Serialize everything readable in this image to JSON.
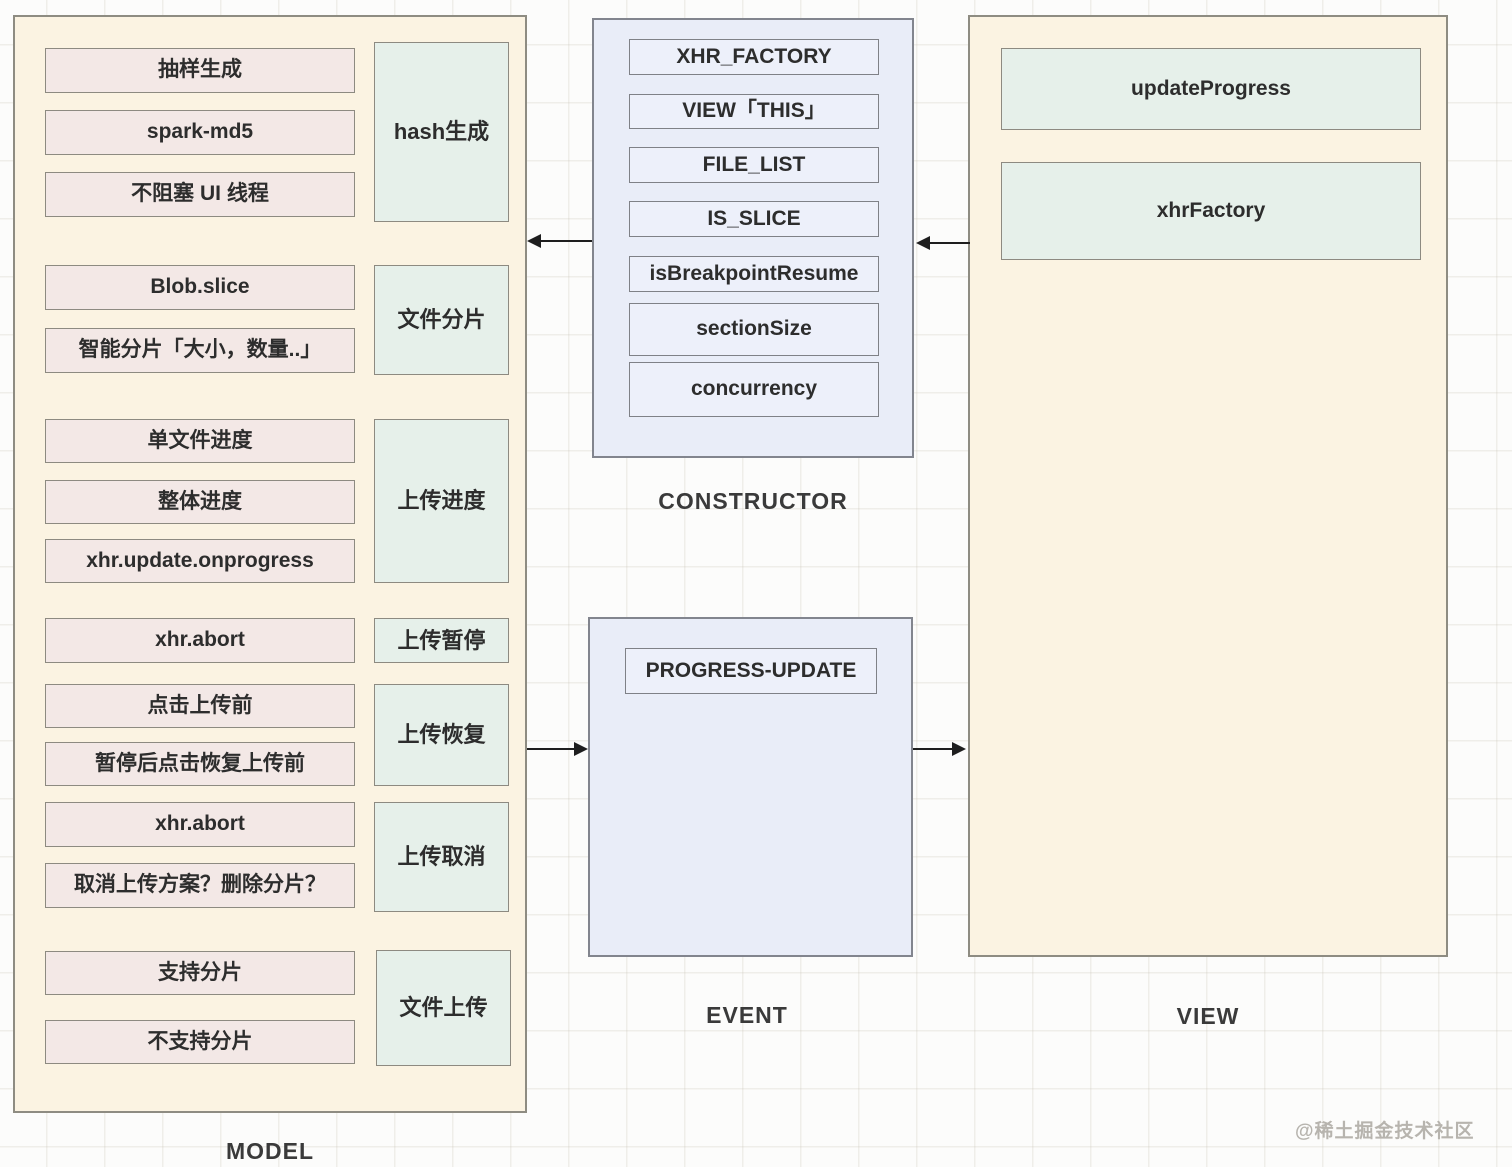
{
  "panels": {
    "model": {
      "label": "MODEL",
      "groups": [
        {
          "tag": "hash生成",
          "items": [
            "抽样生成",
            "spark-md5",
            "不阻塞 UI 线程"
          ]
        },
        {
          "tag": "文件分片",
          "items": [
            "Blob.slice",
            "智能分片「大小，数量..」"
          ]
        },
        {
          "tag": "上传进度",
          "items": [
            "单文件进度",
            "整体进度",
            "xhr.update.onprogress"
          ]
        },
        {
          "tag": "上传暂停",
          "items": [
            "xhr.abort"
          ]
        },
        {
          "tag": "上传恢复",
          "items": [
            "点击上传前",
            "暂停后点击恢复上传前"
          ]
        },
        {
          "tag": "上传取消",
          "items": [
            "xhr.abort",
            "取消上传方案？删除分片？"
          ]
        },
        {
          "tag": "文件上传",
          "items": [
            "支持分片",
            "不支持分片"
          ]
        }
      ]
    },
    "ctor": {
      "label": "CONSTRUCTOR",
      "items": [
        "XHR_FACTORY",
        "VIEW「THIS」",
        "FILE_LIST",
        "IS_SLICE",
        "isBreakpointResume",
        "sectionSize",
        "concurrency"
      ]
    },
    "event": {
      "label": "EVENT",
      "items": [
        "PROGRESS-UPDATE"
      ]
    },
    "view": {
      "label": "VIEW",
      "items": [
        "updateProgress",
        "xhrFactory"
      ]
    }
  },
  "watermark": "@稀土掘金技术社区",
  "colors": {
    "panel_beige": "#fbf3e2",
    "panel_blue": "#e9edf8",
    "box_pink": "#f3e8e6",
    "box_green": "#e6f0ea",
    "box_blue": "#edf0fa",
    "border_gray": "#8d8a81",
    "arrow": "#1e1e1e",
    "watermark_gray": "#b7b4ae"
  }
}
